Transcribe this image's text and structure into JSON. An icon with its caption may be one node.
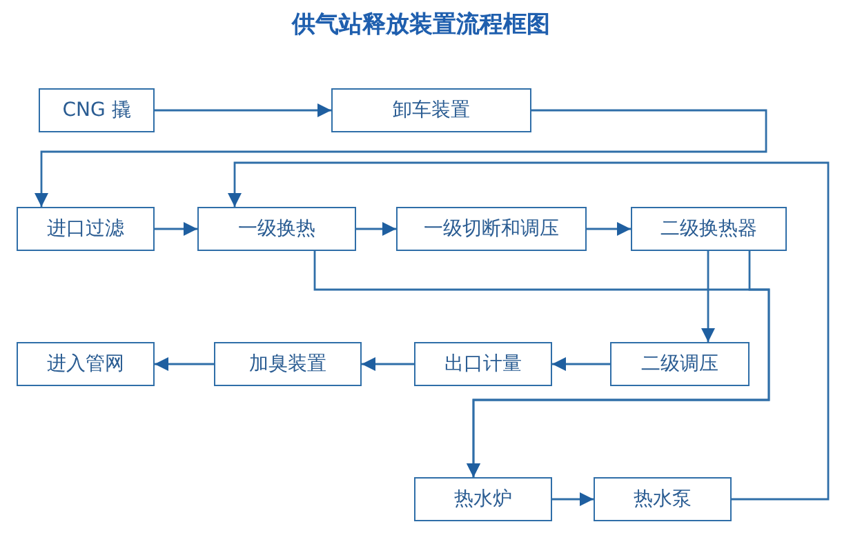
{
  "diagram": {
    "title": "供气站释放装置流程框图",
    "nodes": [
      {
        "text": [
          "CNG 撬"
        ]
      },
      {
        "text": [
          "卸车装置"
        ]
      },
      {
        "text": [
          "进口过滤"
        ]
      },
      {
        "text": [
          "一级换热"
        ]
      },
      {
        "text": [
          "一级切断和调压"
        ]
      },
      {
        "text": [
          "二级换热器"
        ]
      },
      {
        "text": [
          "进入管网"
        ]
      },
      {
        "text": [
          "加臭装置"
        ]
      },
      {
        "text": [
          "出口计量"
        ]
      },
      {
        "text": [
          "二级调压"
        ]
      },
      {
        "text": [
          "热水炉"
        ]
      },
      {
        "text": [
          "热水泵"
        ]
      }
    ],
    "edges": [
      {
        "from": 0,
        "to": 1,
        "arrow": "to"
      },
      {
        "from": 1,
        "to": 2,
        "arrow": "to"
      },
      {
        "from": 2,
        "to": 3,
        "arrow": "to"
      },
      {
        "from": 3,
        "to": 4,
        "arrow": "to"
      },
      {
        "from": 4,
        "to": 5,
        "arrow": "to"
      },
      {
        "from": 5,
        "to": 9,
        "arrow": "to"
      },
      {
        "from": 9,
        "to": 8,
        "arrow": "to"
      },
      {
        "from": 8,
        "to": 7,
        "arrow": "to"
      },
      {
        "from": 7,
        "to": 6,
        "arrow": "to"
      },
      {
        "from": 3,
        "to": 10,
        "arrow": "to"
      },
      {
        "from": 5,
        "to": 10,
        "arrow": "to"
      },
      {
        "from": 10,
        "to": 11,
        "arrow": "to"
      },
      {
        "from": 11,
        "to": 3,
        "arrow": "to"
      }
    ]
  }
}
